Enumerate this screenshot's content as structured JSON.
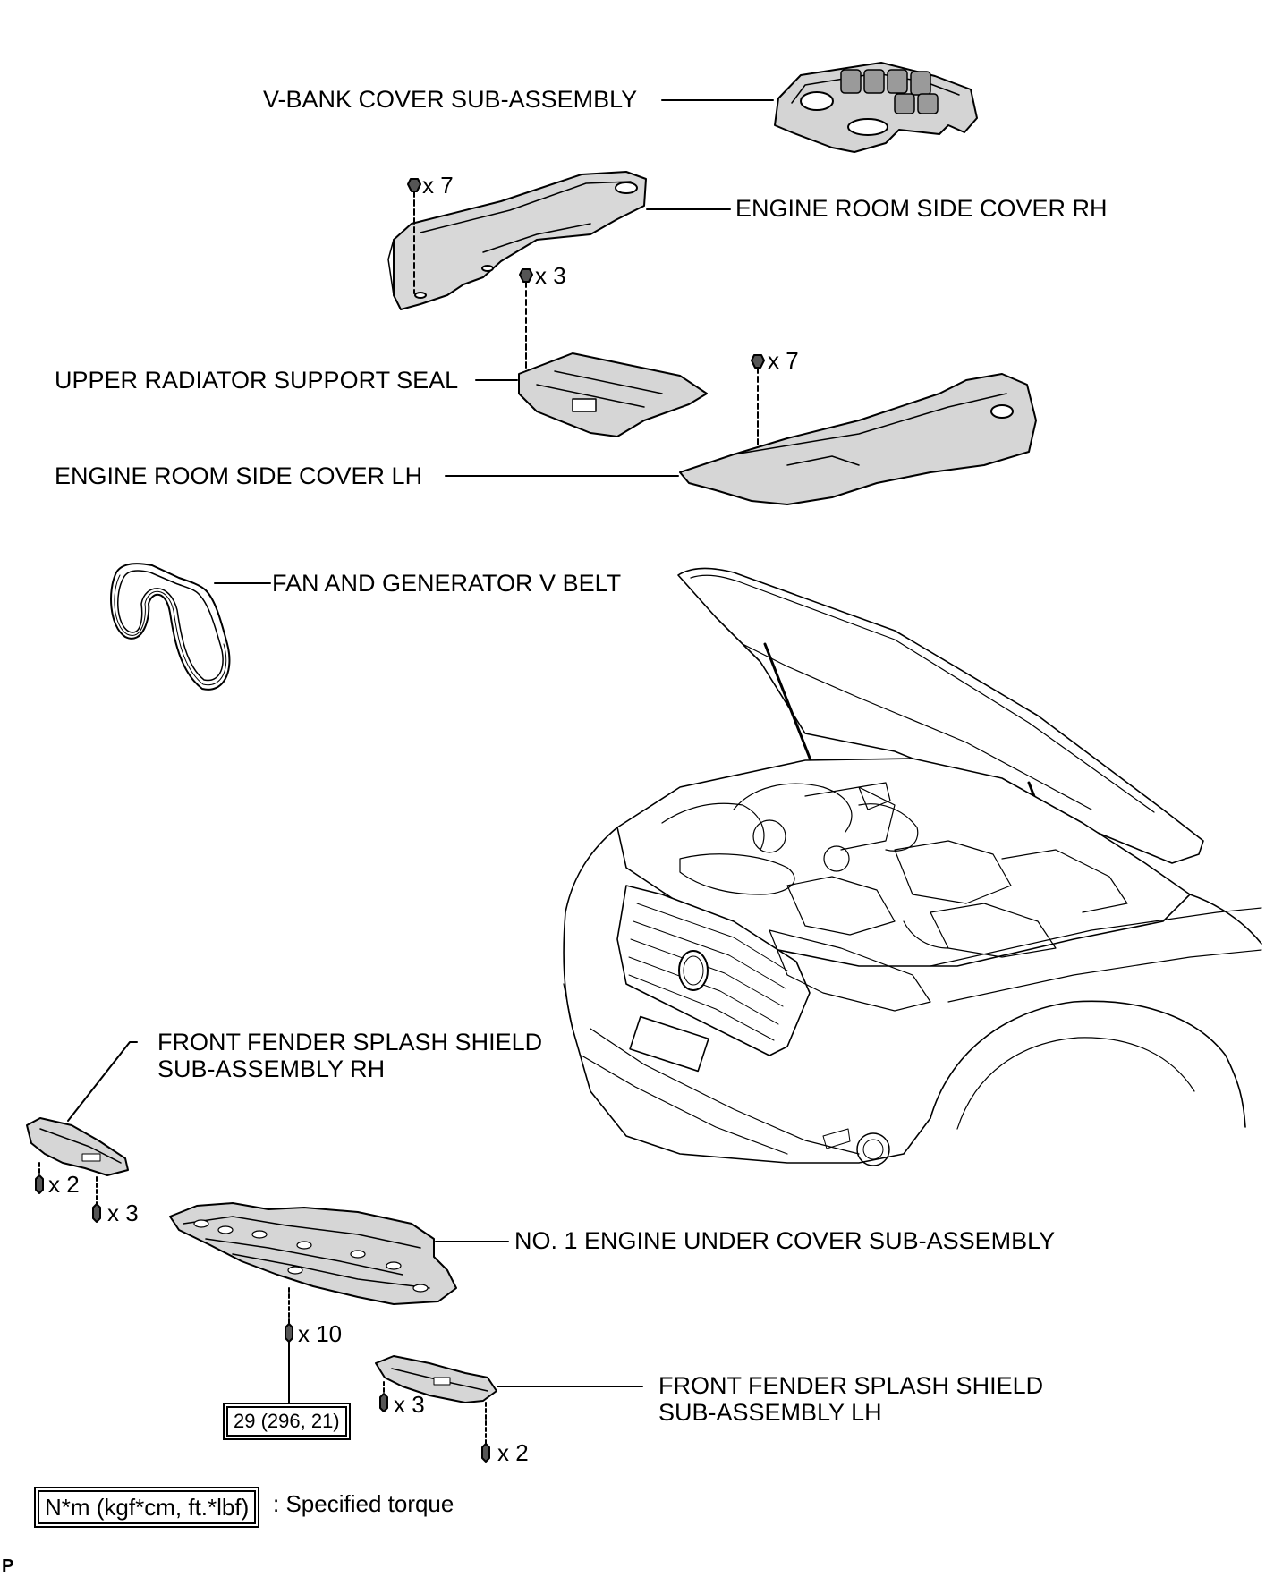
{
  "labels": {
    "v_bank_cover": "V-BANK COVER SUB-ASSEMBLY",
    "side_cover_rh": "ENGINE ROOM SIDE COVER RH",
    "upper_radiator_seal": "UPPER RADIATOR SUPPORT SEAL",
    "side_cover_lh": "ENGINE ROOM SIDE COVER LH",
    "fan_belt": "FAN AND GENERATOR V BELT",
    "splash_rh_line1": "FRONT FENDER SPLASH SHIELD",
    "splash_rh_line2": "SUB-ASSEMBLY RH",
    "under_cover": "NO. 1 ENGINE UNDER COVER SUB-ASSEMBLY",
    "splash_lh_line1": "FRONT FENDER SPLASH SHIELD",
    "splash_lh_line2": "SUB-ASSEMBLY LH"
  },
  "quantities": {
    "side_cover_rh_clips": "x 7",
    "seal_clips": "x 3",
    "side_cover_lh_clips": "x 7",
    "splash_rh_screws": "x 2",
    "splash_rh_bolts": "x 3",
    "under_cover_bolts": "x 10",
    "splash_lh_bolts": "x 3",
    "splash_lh_screws": "x 2"
  },
  "torque": {
    "value": "29 (296, 21)"
  },
  "legend": {
    "units": "N*m (kgf*cm, ft.*lbf)",
    "description": ": Specified torque"
  },
  "corner_mark": "P"
}
